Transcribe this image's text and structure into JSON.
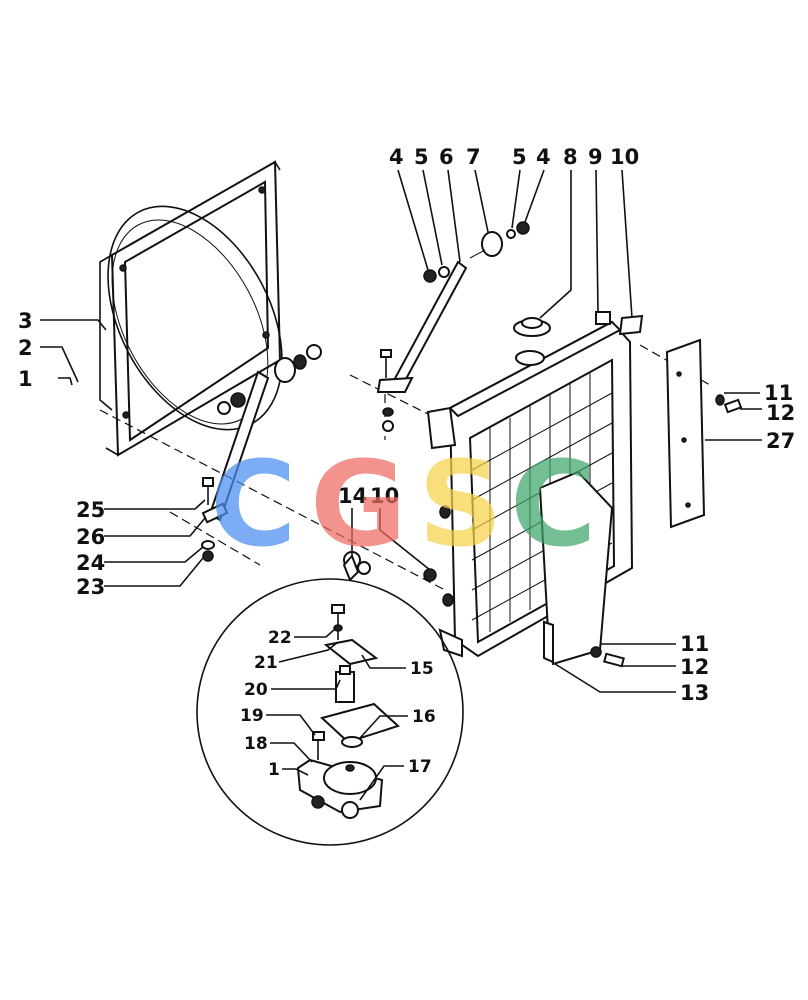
{
  "watermark": {
    "letters": [
      {
        "char": "C",
        "color": "#4a8df0"
      },
      {
        "char": "G",
        "color": "#ee6a62"
      },
      {
        "char": "S",
        "color": "#f7d24a"
      },
      {
        "char": "C",
        "color": "#3fa66a"
      }
    ]
  },
  "callouts": {
    "l1": "1",
    "l2": "2",
    "l3": "3",
    "t4a": "4",
    "t5a": "5",
    "t6": "6",
    "t7": "7",
    "t5b": "5",
    "t4b": "4",
    "t8": "8",
    "t9": "9",
    "t10": "10",
    "r11a": "11",
    "r12a": "12",
    "r27": "27",
    "l25": "25",
    "l26": "26",
    "l24": "24",
    "l23": "23",
    "m14": "14",
    "m10": "10",
    "r11b": "11",
    "r12b": "12",
    "r13": "13",
    "i22": "22",
    "i21": "21",
    "i15": "15",
    "i20": "20",
    "i16": "16",
    "i19": "19",
    "i18": "18",
    "i1": "1",
    "i17": "17"
  }
}
